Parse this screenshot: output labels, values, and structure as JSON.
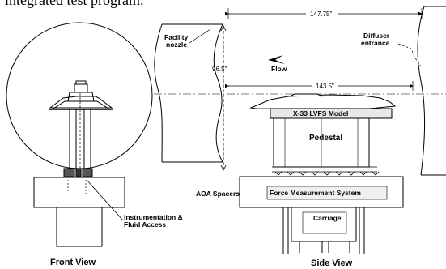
{
  "caption": "integrated test program.",
  "front_view": {
    "title": "Front View",
    "callout_line1": "Instrumentation &",
    "callout_line2": "Fluid Access"
  },
  "side_view": {
    "title": "Side View",
    "dim_total": "147.75\"",
    "dim_model": "143.5\"",
    "dim_height": "96.5\"",
    "facility_nozzle_line1": "Facility",
    "facility_nozzle_line2": "nozzle",
    "diffuser_line1": "Diffuser",
    "diffuser_line2": "entrance",
    "flow": "Flow",
    "model": "X-33 LVFS Model",
    "pedestal": "Pedestal",
    "aoa_spacers": "AOA Spacers",
    "force_system": "Force Measurement System",
    "carriage": "Carriage"
  }
}
